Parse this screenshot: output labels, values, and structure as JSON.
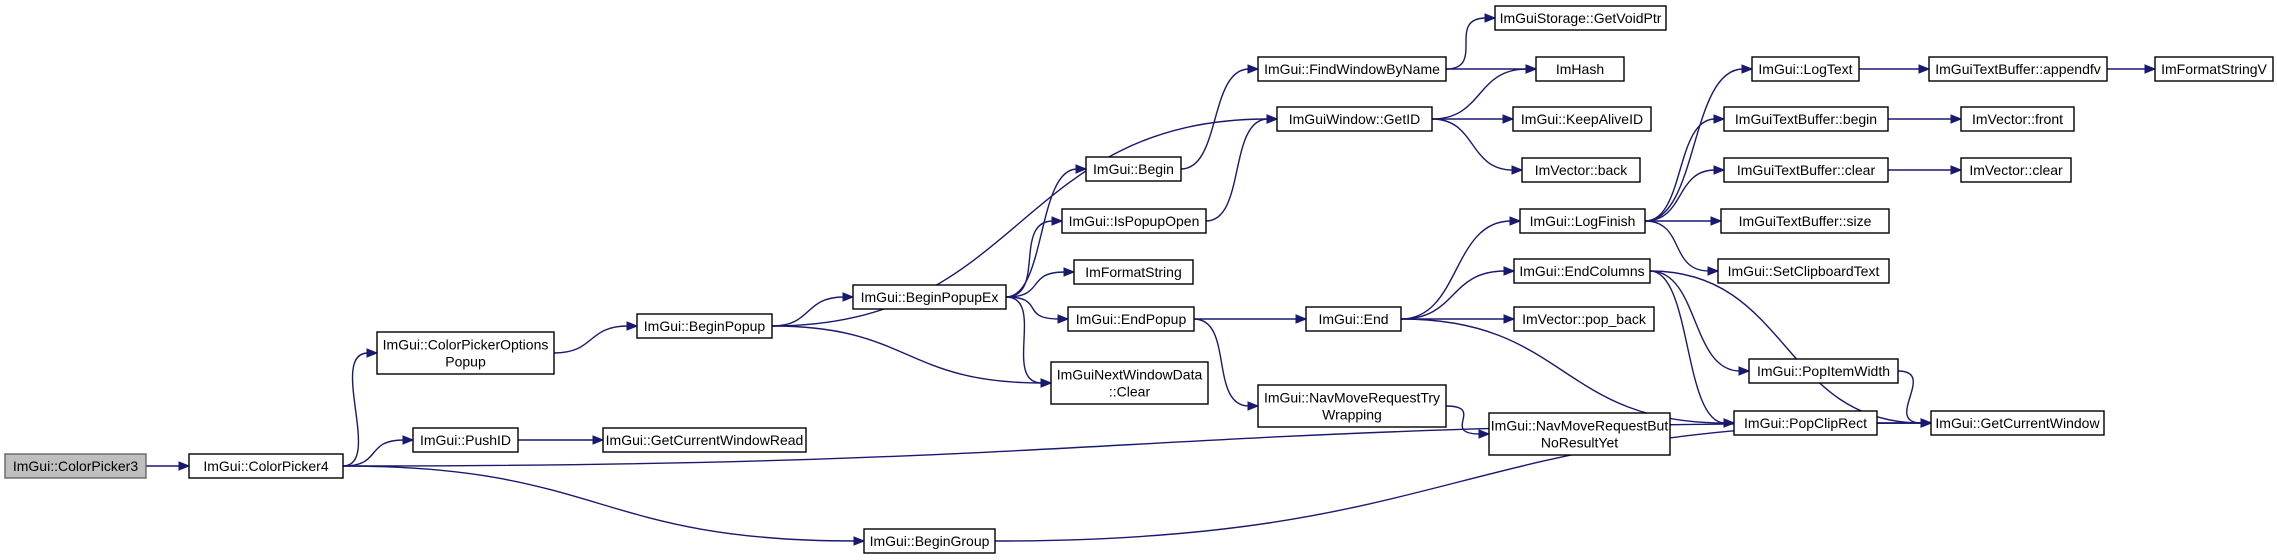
{
  "diagram": {
    "nodes": [
      {
        "id": "colorpicker3",
        "label": "ImGui::ColorPicker3",
        "root": true
      },
      {
        "id": "colorpicker4",
        "label": "ImGui::ColorPicker4"
      },
      {
        "id": "cpoptionspopup",
        "label": "ImGui::ColorPickerOptions\nPopup"
      },
      {
        "id": "pushid",
        "label": "ImGui::PushID"
      },
      {
        "id": "begingroup",
        "label": "ImGui::BeginGroup"
      },
      {
        "id": "beginpopup",
        "label": "ImGui::BeginPopup"
      },
      {
        "id": "getcurrentwindowread",
        "label": "ImGui::GetCurrentWindowRead"
      },
      {
        "id": "beginpopupex",
        "label": "ImGui::BeginPopupEx"
      },
      {
        "id": "begin",
        "label": "ImGui::Begin"
      },
      {
        "id": "ispopupopen",
        "label": "ImGui::IsPopupOpen"
      },
      {
        "id": "imformatstring",
        "label": "ImFormatString"
      },
      {
        "id": "endpopup",
        "label": "ImGui::EndPopup"
      },
      {
        "id": "nextwindowdataclear",
        "label": "ImGuiNextWindowData\n::Clear"
      },
      {
        "id": "findwindowbyname",
        "label": "ImGui::FindWindowByName"
      },
      {
        "id": "windowgetid",
        "label": "ImGuiWindow::GetID"
      },
      {
        "id": "end",
        "label": "ImGui::End"
      },
      {
        "id": "navmoverequesttrywrapping",
        "label": "ImGui::NavMoveRequestTry\nWrapping"
      },
      {
        "id": "storagegetvoidptr",
        "label": "ImGuiStorage::GetVoidPtr"
      },
      {
        "id": "imhash",
        "label": "ImHash"
      },
      {
        "id": "keepaliveid",
        "label": "ImGui::KeepAliveID"
      },
      {
        "id": "vectorback",
        "label": "ImVector::back"
      },
      {
        "id": "logfinish",
        "label": "ImGui::LogFinish"
      },
      {
        "id": "endcolumns",
        "label": "ImGui::EndColumns"
      },
      {
        "id": "vectorpopback",
        "label": "ImVector::pop_back"
      },
      {
        "id": "navmoverequestbutnoresultyet",
        "label": "ImGui::NavMoveRequestBut\nNoResultYet"
      },
      {
        "id": "logtext",
        "label": "ImGui::LogText"
      },
      {
        "id": "textbufferbegin",
        "label": "ImGuiTextBuffer::begin"
      },
      {
        "id": "textbufferclear",
        "label": "ImGuiTextBuffer::clear"
      },
      {
        "id": "textbuffersize",
        "label": "ImGuiTextBuffer::size"
      },
      {
        "id": "setclipboardtext",
        "label": "ImGui::SetClipboardText"
      },
      {
        "id": "popitemwidth",
        "label": "ImGui::PopItemWidth"
      },
      {
        "id": "popcliprect",
        "label": "ImGui::PopClipRect"
      },
      {
        "id": "getcurrentwindow",
        "label": "ImGui::GetCurrentWindow"
      },
      {
        "id": "textbufferappendfv",
        "label": "ImGuiTextBuffer::appendfv"
      },
      {
        "id": "vectorfront",
        "label": "ImVector::front"
      },
      {
        "id": "vectorclear",
        "label": "ImVector::clear"
      },
      {
        "id": "imformatstringv",
        "label": "ImFormatStringV"
      }
    ],
    "edges": [
      [
        "colorpicker3",
        "colorpicker4"
      ],
      [
        "colorpicker4",
        "cpoptionspopup"
      ],
      [
        "colorpicker4",
        "pushid"
      ],
      [
        "colorpicker4",
        "getcurrentwindow"
      ],
      [
        "colorpicker4",
        "begingroup"
      ],
      [
        "cpoptionspopup",
        "beginpopup"
      ],
      [
        "pushid",
        "getcurrentwindowread"
      ],
      [
        "begingroup",
        "getcurrentwindow"
      ],
      [
        "beginpopup",
        "windowgetid"
      ],
      [
        "beginpopup",
        "beginpopupex"
      ],
      [
        "beginpopup",
        "nextwindowdataclear"
      ],
      [
        "beginpopupex",
        "begin"
      ],
      [
        "beginpopupex",
        "ispopupopen"
      ],
      [
        "beginpopupex",
        "imformatstring"
      ],
      [
        "beginpopupex",
        "endpopup"
      ],
      [
        "beginpopupex",
        "nextwindowdataclear"
      ],
      [
        "begin",
        "findwindowbyname"
      ],
      [
        "ispopupopen",
        "windowgetid"
      ],
      [
        "endpopup",
        "end"
      ],
      [
        "endpopup",
        "navmoverequesttrywrapping"
      ],
      [
        "findwindowbyname",
        "storagegetvoidptr"
      ],
      [
        "findwindowbyname",
        "imhash"
      ],
      [
        "windowgetid",
        "imhash"
      ],
      [
        "windowgetid",
        "keepaliveid"
      ],
      [
        "windowgetid",
        "vectorback"
      ],
      [
        "end",
        "logfinish"
      ],
      [
        "end",
        "endcolumns"
      ],
      [
        "end",
        "vectorpopback"
      ],
      [
        "end",
        "popcliprect"
      ],
      [
        "navmoverequesttrywrapping",
        "navmoverequestbutnoresultyet"
      ],
      [
        "logfinish",
        "logtext"
      ],
      [
        "logfinish",
        "textbufferbegin"
      ],
      [
        "logfinish",
        "textbufferclear"
      ],
      [
        "logfinish",
        "textbuffersize"
      ],
      [
        "logfinish",
        "setclipboardtext"
      ],
      [
        "endcolumns",
        "popitemwidth"
      ],
      [
        "endcolumns",
        "popcliprect"
      ],
      [
        "endcolumns",
        "getcurrentwindow"
      ],
      [
        "popitemwidth",
        "getcurrentwindow"
      ],
      [
        "popcliprect",
        "getcurrentwindow"
      ],
      [
        "logtext",
        "textbufferappendfv"
      ],
      [
        "textbufferappendfv",
        "imformatstringv"
      ],
      [
        "textbufferbegin",
        "vectorfront"
      ],
      [
        "textbufferclear",
        "vectorclear"
      ]
    ]
  }
}
